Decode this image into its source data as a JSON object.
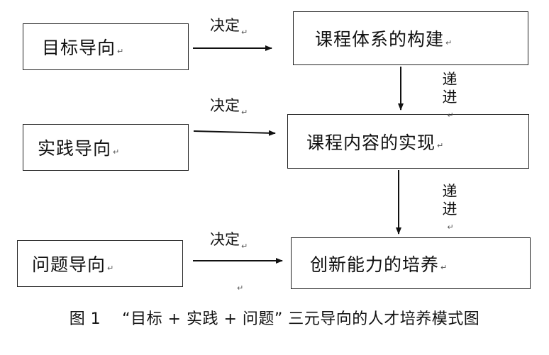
{
  "left_boxes": [
    {
      "label": "目标导向",
      "mark": "↵"
    },
    {
      "label": "实践导向",
      "mark": "↵"
    },
    {
      "label": "问题导向",
      "mark": "↵"
    }
  ],
  "right_boxes": [
    {
      "label": "课程体系的构建",
      "mark": "↵"
    },
    {
      "label": "课程内容的实现",
      "mark": "↵"
    },
    {
      "label": "创新能力的培养",
      "mark": "↵"
    }
  ],
  "decide_label": "决定",
  "decide_mark": "↵",
  "progress_label": [
    "递",
    "进"
  ],
  "progress_mark": "↵",
  "stray_mark": "↵",
  "caption": "图 1　 “目标 + 实践 + 问题” 三元导向的人才培养模式图"
}
